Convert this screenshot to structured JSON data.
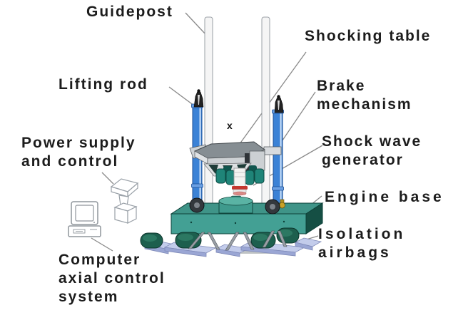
{
  "figure": {
    "type": "labeled-machine-diagram",
    "subject": "drop shock test machine",
    "marker": "x",
    "labels": {
      "guidepost": "Guidepost",
      "shocking_table": "Shocking table",
      "lifting_rod": "Lifting rod",
      "brake_mechanism": "Brake\nmechanism",
      "power_supply": "Power supply\nand control",
      "shock_wave_generator": "Shock wave\ngenerator",
      "engine_base": "Engine base",
      "isolation_airbags": "Isolation\nairbags",
      "computer_axial_control": "Computer\naxial control\nsystem"
    },
    "colors": {
      "label_text": "#1c1c1c",
      "leader_line": "#898989",
      "rod_blue": "#3b82d6",
      "guidepost_white": "#f5f5f5",
      "table_gray": "#868e93",
      "table_rim_gray": "#cdd1d4",
      "generator_teal": "#1f8478",
      "base_teal_top": "#3f9488",
      "base_teal_front": "#43a094",
      "base_teal_side": "#154f44",
      "anvil_teal": "#3f9a8d",
      "airbag_green": "#1d5f4e",
      "plate_lavender": "#c3cceb",
      "red_band": "#c5372f",
      "valve_brass": "#c9a227"
    }
  }
}
